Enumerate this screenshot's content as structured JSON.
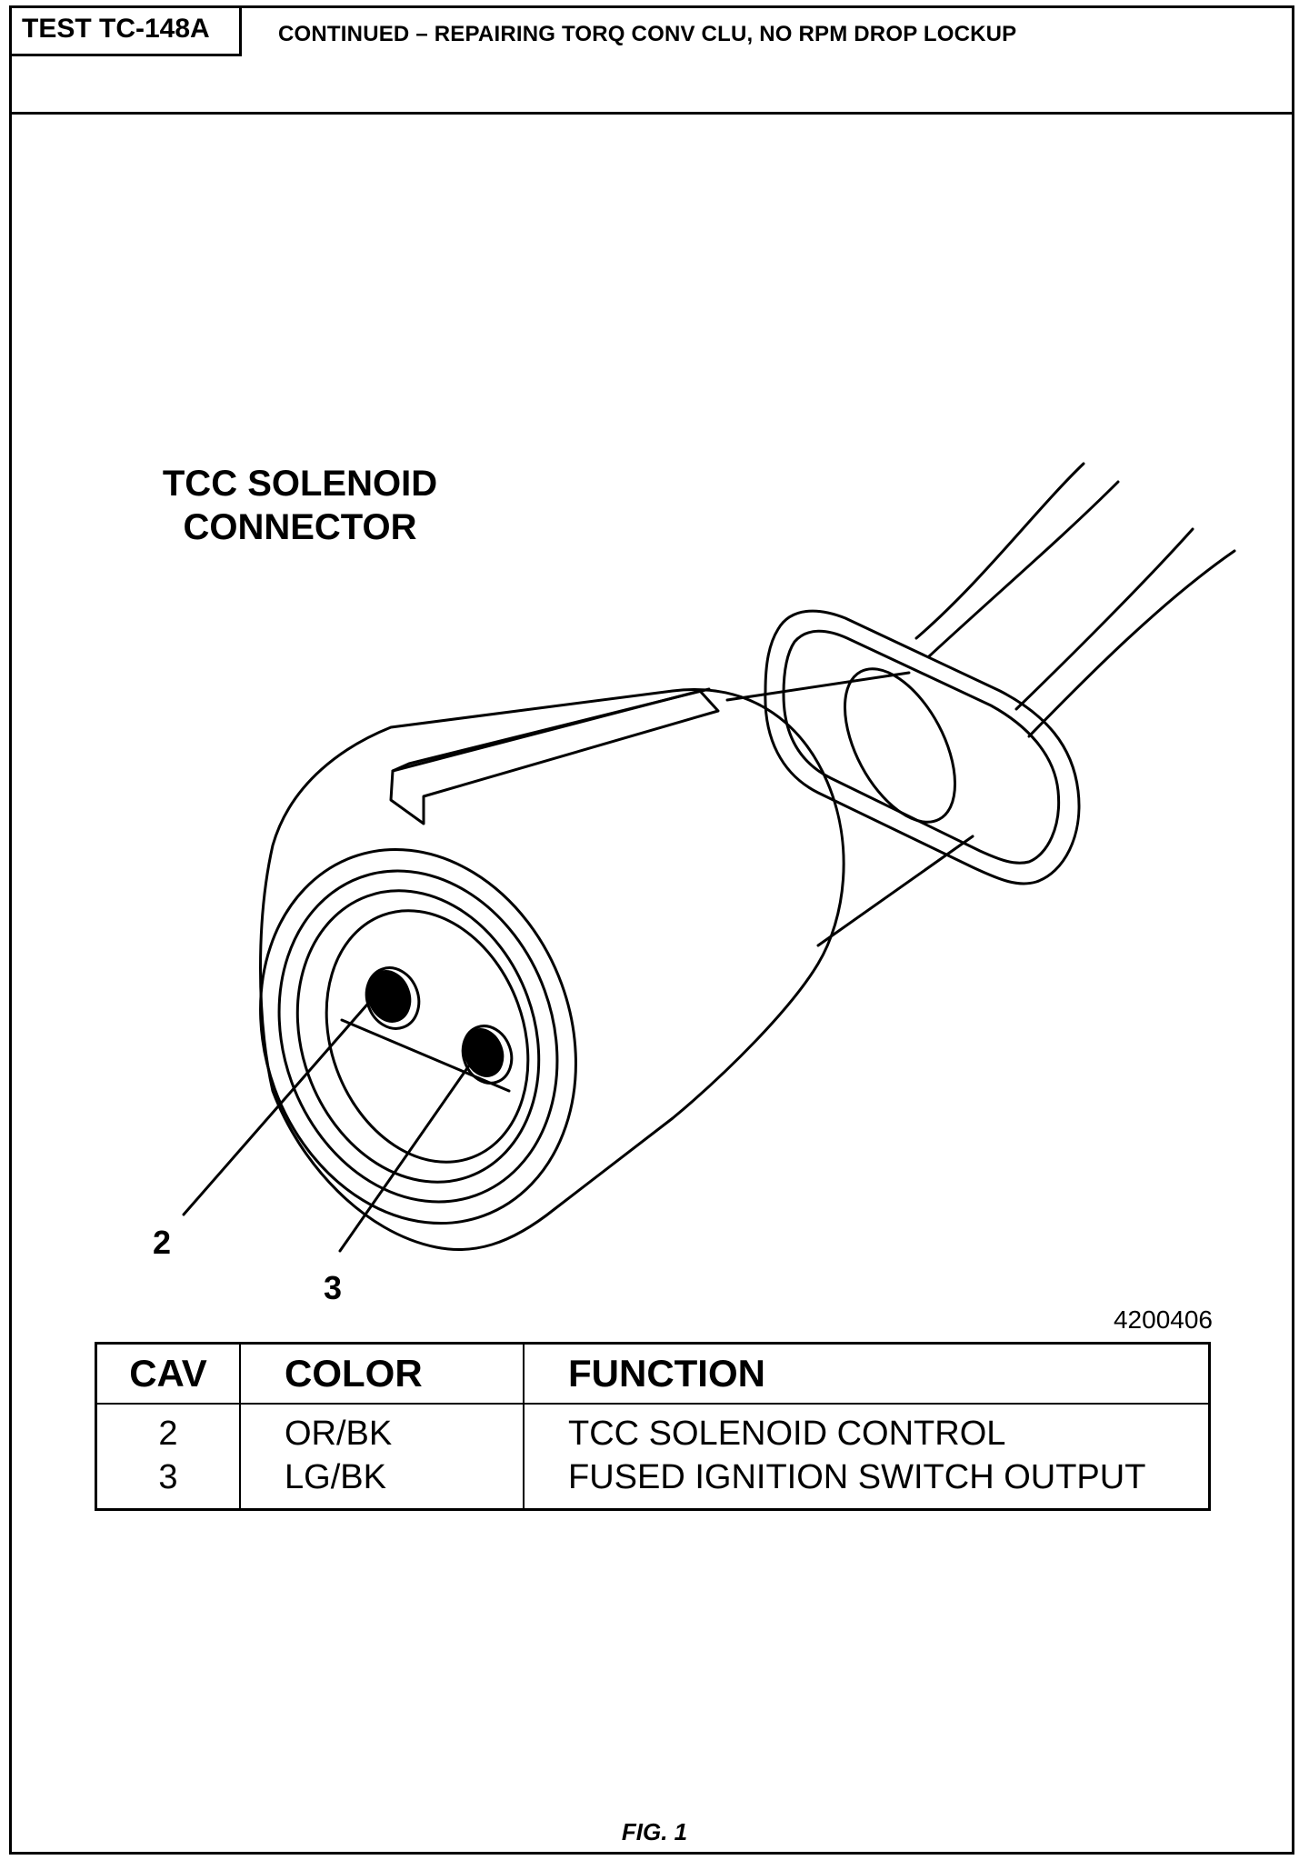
{
  "header": {
    "test_id": "TEST TC-148A",
    "title": "CONTINUED – REPAIRING TORQ CONV CLU, NO RPM DROP LOCKUP"
  },
  "diagram": {
    "title_line1": "TCC SOLENOID",
    "title_line2": "CONNECTOR",
    "callouts": [
      "2",
      "3"
    ],
    "figure_number": "4200406"
  },
  "table": {
    "headers": {
      "cav": "CAV",
      "color": "COLOR",
      "function": "FUNCTION"
    },
    "rows": [
      {
        "cav": "2",
        "color": "OR/BK",
        "function": "TCC SOLENOID CONTROL"
      },
      {
        "cav": "3",
        "color": "LG/BK",
        "function": "FUSED IGNITION SWITCH OUTPUT"
      }
    ]
  },
  "footer": {
    "caption": "FIG. 1"
  }
}
